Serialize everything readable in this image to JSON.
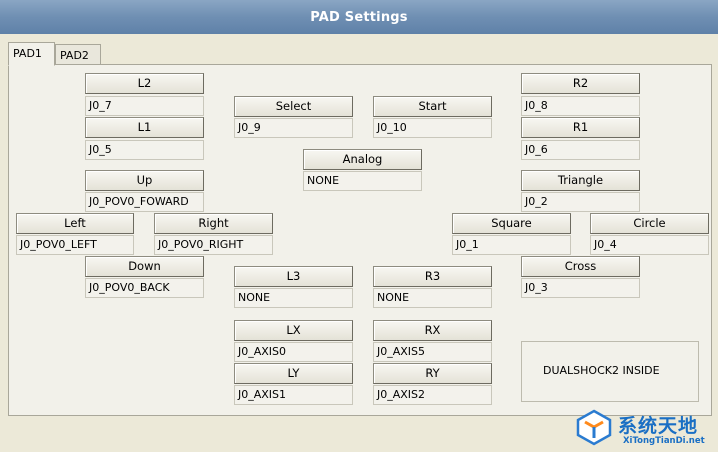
{
  "window": {
    "title": "PAD Settings"
  },
  "tabs": [
    {
      "label": "PAD1",
      "active": true
    },
    {
      "label": "PAD2",
      "active": false
    }
  ],
  "buttons": {
    "l2": {
      "label": "L2",
      "value": "J0_7"
    },
    "l1": {
      "label": "L1",
      "value": "J0_5"
    },
    "select": {
      "label": "Select",
      "value": "J0_9"
    },
    "start": {
      "label": "Start",
      "value": "J0_10"
    },
    "r2": {
      "label": "R2",
      "value": "J0_8"
    },
    "r1": {
      "label": "R1",
      "value": "J0_6"
    },
    "analog": {
      "label": "Analog",
      "value": "NONE"
    },
    "up": {
      "label": "Up",
      "value": "J0_POV0_FOWARD"
    },
    "triangle": {
      "label": "Triangle",
      "value": "J0_2"
    },
    "left": {
      "label": "Left",
      "value": "J0_POV0_LEFT"
    },
    "right": {
      "label": "Right",
      "value": "J0_POV0_RIGHT"
    },
    "square": {
      "label": "Square",
      "value": "J0_1"
    },
    "circle": {
      "label": "Circle",
      "value": "J0_4"
    },
    "down": {
      "label": "Down",
      "value": "J0_POV0_BACK"
    },
    "l3": {
      "label": "L3",
      "value": "NONE"
    },
    "r3": {
      "label": "R3",
      "value": "NONE"
    },
    "cross": {
      "label": "Cross",
      "value": "J0_3"
    },
    "lx": {
      "label": "LX",
      "value": "J0_AXIS0"
    },
    "rx": {
      "label": "RX",
      "value": "J0_AXIS5"
    },
    "ly": {
      "label": "LY",
      "value": "J0_AXIS1"
    },
    "ry": {
      "label": "RY",
      "value": "J0_AXIS2"
    }
  },
  "status": {
    "label": "DUALSHOCK2 INSIDE"
  },
  "watermark": {
    "cn_text": "系统天地",
    "en_text": "XiTongTianDi.net",
    "color": "#1a6fc4"
  }
}
